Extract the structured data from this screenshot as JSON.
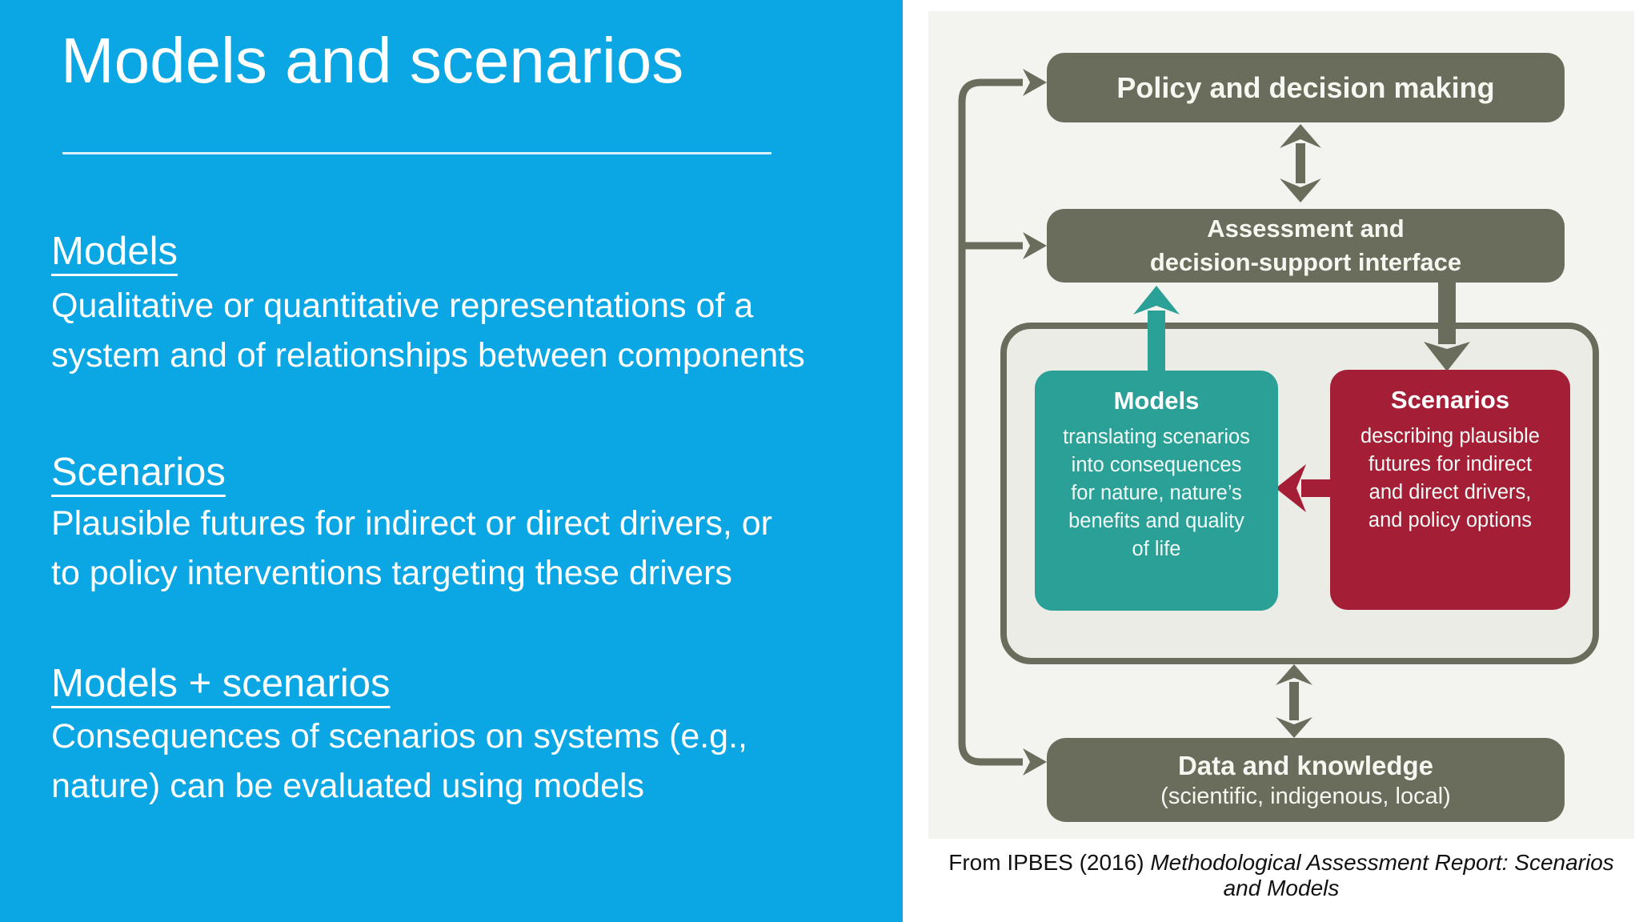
{
  "slide": {
    "title": "Models and scenarios",
    "sections": [
      {
        "heading": "Models",
        "line1": "Qualitative or quantitative representations of a",
        "line2": "system and of relationships between components"
      },
      {
        "heading": "Scenarios",
        "line1": "Plausible futures for indirect or direct drivers, or",
        "line2": "to policy interventions targeting these drivers"
      },
      {
        "heading": "Models + scenarios",
        "line1": "Consequences of scenarios on systems (e.g.,",
        "line2": "nature) can be evaluated using models"
      }
    ]
  },
  "diagram": {
    "policy_label": "Policy and decision making",
    "assessment_line1": "Assessment and",
    "assessment_line2": "decision-support interface",
    "models_title": "Models",
    "models_lines": [
      "translating scenarios",
      "into consequences",
      "for nature, nature’s",
      "benefits and quality",
      "of life"
    ],
    "scenarios_title": "Scenarios",
    "scenarios_lines": [
      "describing plausible",
      "futures for indirect",
      "and direct drivers,",
      "and policy options"
    ],
    "data_line1": "Data and knowledge",
    "data_line2": "(scientific, indigenous, local)"
  },
  "caption": {
    "normal": "From IPBES (2016) ",
    "italic": "Methodological Assessment Report: Scenarios and Models"
  },
  "colors": {
    "slide_background": "#0ba6e4",
    "panel_background": "#f3f3ef",
    "box_olive": "#6b6d5c",
    "box_teal": "#2aa096",
    "box_crimson": "#a41e36",
    "text_white": "#ffffff",
    "caption_text": "#111111"
  }
}
